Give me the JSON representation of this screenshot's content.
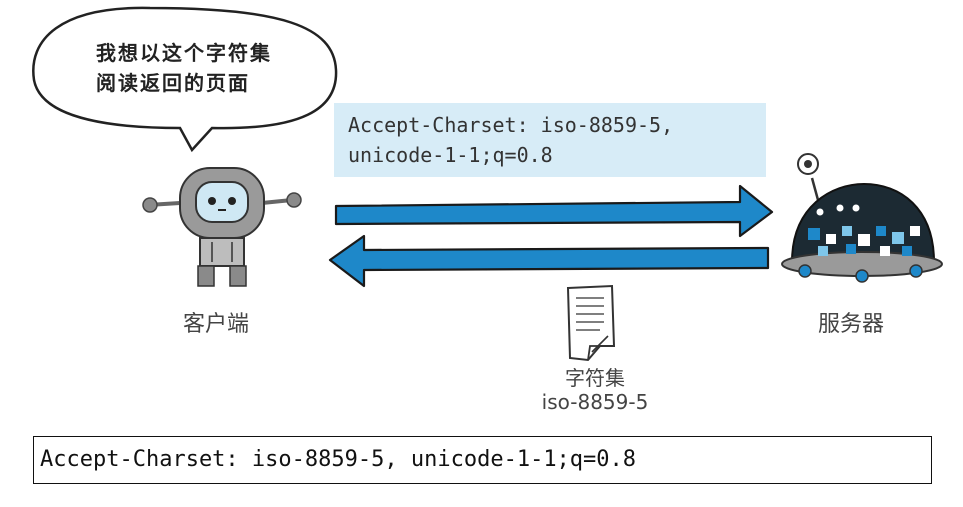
{
  "bubble": {
    "line1": "我想以这个字符集",
    "line2": "阅读返回的页面"
  },
  "request_header": {
    "line1": "Accept-Charset: iso-8859-5,",
    "line2": "unicode-1-1;q=0.8"
  },
  "client_label": "客户端",
  "server_label": "服务器",
  "response": {
    "label": "字符集",
    "charset": "iso-8859-5"
  },
  "caption": "Accept-Charset: iso-8859-5, unicode-1-1;q=0.8",
  "colors": {
    "arrow": "#1e88c9",
    "header_bg": "#d7ecf7",
    "robot_gray": "#9a9a9a",
    "server_dark": "#1c2a33",
    "server_blue": "#1e88c9"
  }
}
